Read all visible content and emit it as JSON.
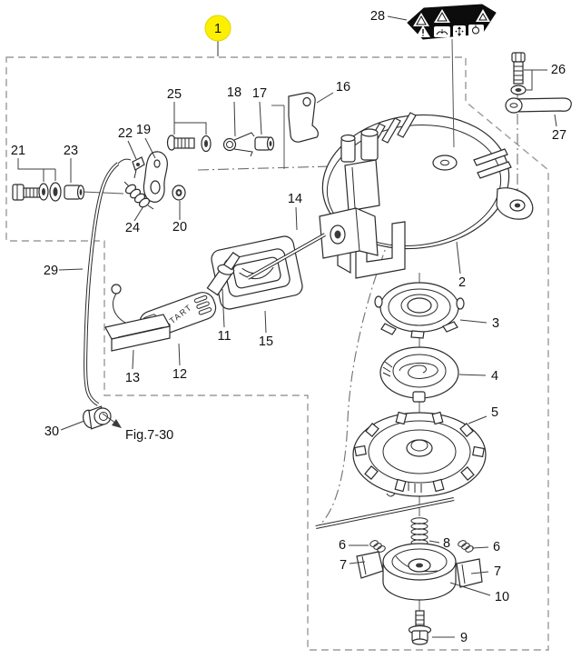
{
  "figure": {
    "caption": "Fig.7-30",
    "handle_text": "START"
  },
  "parts": {
    "p1": "1",
    "p2": "2",
    "p3": "3",
    "p4": "4",
    "p5": "5",
    "p6": "6",
    "p7": "7",
    "p8": "8",
    "p9": "9",
    "p10": "10",
    "p11": "11",
    "p12": "12",
    "p13": "13",
    "p14": "14",
    "p15": "15",
    "p16": "16",
    "p17": "17",
    "p18": "18",
    "p19": "19",
    "p20": "20",
    "p21": "21",
    "p22": "22",
    "p23": "23",
    "p24": "24",
    "p25": "25",
    "p26": "26",
    "p27": "27",
    "p28": "28",
    "p29": "29",
    "p30": "30"
  },
  "warning_label": {
    "icons": [
      "warning-triangle-icon",
      "warning-triangle-icon",
      "warning-triangle-icon",
      "exclamation-triangle-icon",
      "read-manual-book-icon",
      "adjustment-arrows-icon",
      "hand-hazard-icon"
    ]
  },
  "colors": {
    "badge_fill": "#fcf002",
    "badge_text": "#1a1a00",
    "outline": "#2a2a2a",
    "dashed_border": "#9b9b9b"
  }
}
